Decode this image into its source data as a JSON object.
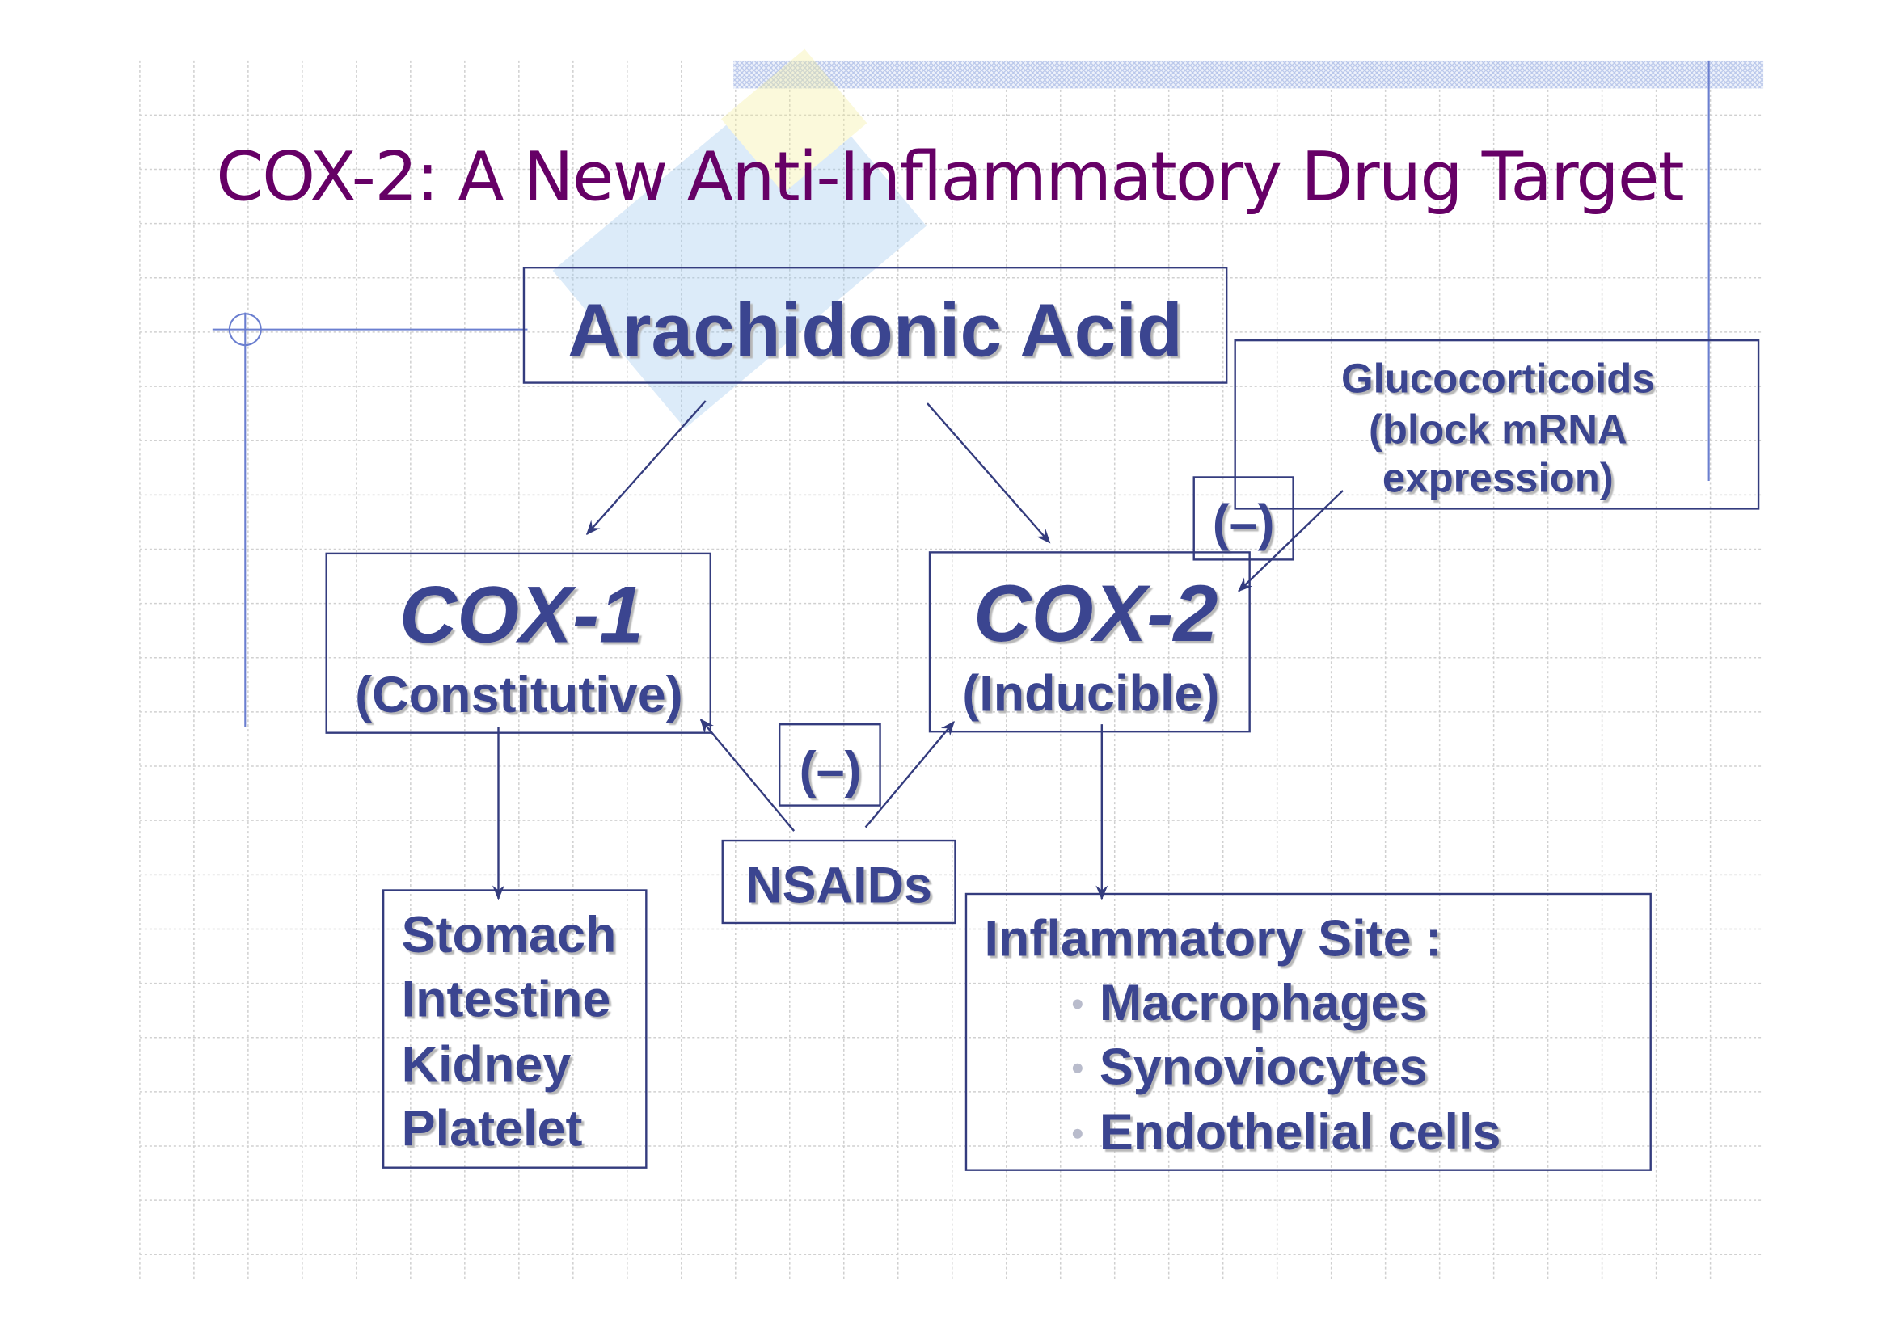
{
  "title": "COX-2: A New Anti-Inflammatory Drug Target",
  "colors": {
    "title": "#660066",
    "text": "#3a4590",
    "box": "#343c7e"
  },
  "nodes": {
    "arachidonic": "Arachidonic Acid",
    "glucocorticoids": [
      "Glucocorticoids",
      "(block mRNA",
      "expression)"
    ],
    "inhibit_top": "(–)",
    "cox1": {
      "name": "COX-1",
      "sub": "(Constitutive)"
    },
    "cox2": {
      "name": "COX-2",
      "sub": "(Inducible)"
    },
    "inhibit_mid": "(–)",
    "nsaids": "NSAIDs",
    "cox1_sites": [
      "Stomach",
      "Intestine",
      "Kidney",
      "Platelet"
    ],
    "cox2_sites": {
      "heading": "Inflammatory Site :",
      "items": [
        "Macrophages",
        "Synoviocytes",
        "Endothelial cells"
      ]
    }
  }
}
